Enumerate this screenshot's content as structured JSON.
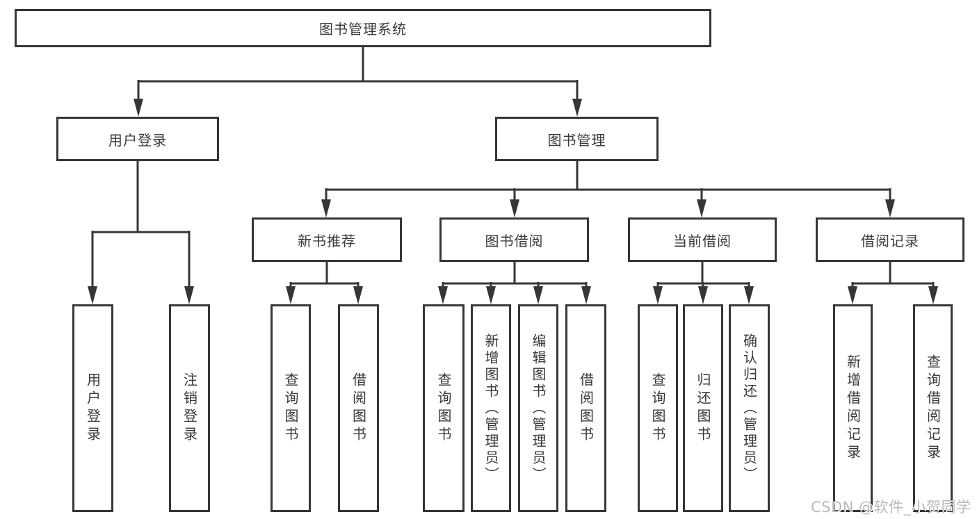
{
  "diagram": {
    "root": {
      "label": "图书管理系统"
    },
    "level1": {
      "user_login": {
        "label": "用户登录"
      },
      "book_management": {
        "label": "图书管理"
      }
    },
    "level2": {
      "new_book_recommend": {
        "label": "新书推荐"
      },
      "book_borrowing": {
        "label": "图书借阅"
      },
      "current_borrowing": {
        "label": "当前借阅"
      },
      "borrowing_records": {
        "label": "借阅记录"
      }
    },
    "leaves": {
      "user_login_leaf": {
        "label": "用户登录"
      },
      "logout_leaf": {
        "label": "注销登录"
      },
      "recommend_query_books": {
        "label": "查询图书"
      },
      "recommend_borrow_books": {
        "label": "借阅图书"
      },
      "borrowing_query_books": {
        "label": "查询图书"
      },
      "borrowing_add_books": {
        "label": "新增图书（管理员）"
      },
      "borrowing_edit_books": {
        "label": "编辑图书（管理员）"
      },
      "borrowing_borrow_books": {
        "label": "借阅图书"
      },
      "current_query_books": {
        "label": "查询图书"
      },
      "current_return_books": {
        "label": "归还图书"
      },
      "current_confirm_return": {
        "label": "确认归还（管理员）"
      },
      "records_add_record": {
        "label": "新增借阅记录"
      },
      "records_query_record": {
        "label": "查询借阅记录"
      }
    },
    "edges": [
      [
        "图书管理系统",
        "用户登录"
      ],
      [
        "图书管理系统",
        "图书管理"
      ],
      [
        "用户登录",
        "用户登录"
      ],
      [
        "用户登录",
        "注销登录"
      ],
      [
        "图书管理",
        "新书推荐"
      ],
      [
        "图书管理",
        "图书借阅"
      ],
      [
        "图书管理",
        "当前借阅"
      ],
      [
        "图书管理",
        "借阅记录"
      ],
      [
        "新书推荐",
        "查询图书"
      ],
      [
        "新书推荐",
        "借阅图书"
      ],
      [
        "图书借阅",
        "查询图书"
      ],
      [
        "图书借阅",
        "新增图书（管理员）"
      ],
      [
        "图书借阅",
        "编辑图书（管理员）"
      ],
      [
        "图书借阅",
        "借阅图书"
      ],
      [
        "当前借阅",
        "查询图书"
      ],
      [
        "当前借阅",
        "归还图书"
      ],
      [
        "当前借阅",
        "确认归还（管理员）"
      ],
      [
        "借阅记录",
        "新增借阅记录"
      ],
      [
        "借阅记录",
        "查询借阅记录"
      ]
    ],
    "colors": {
      "line": "#363636",
      "box_border": "#363636",
      "text": "#3a3a3a",
      "background": "#ffffff",
      "watermark": "#b9b9b9"
    }
  },
  "watermark": {
    "text": "CSDN @软件_小贺同学"
  }
}
